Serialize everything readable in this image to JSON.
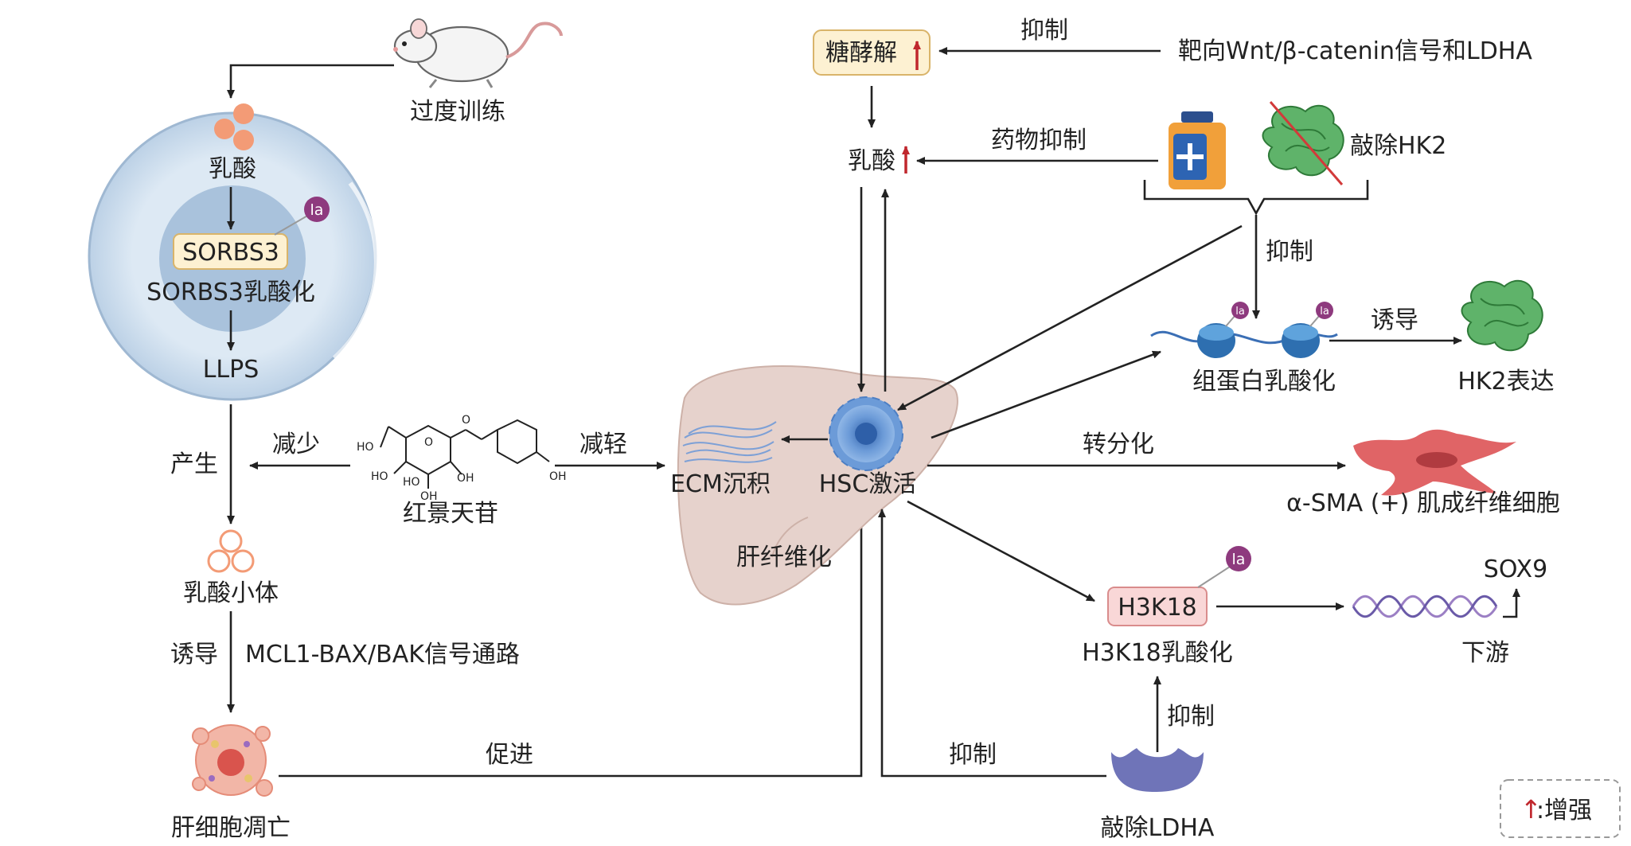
{
  "left_panel": {
    "rat_label": "过度训练",
    "lactate": "乳酸",
    "sorbs3_box": "SORBS3",
    "la_badge": "la",
    "sorbs3_lactylation": "SORBS3乳酸化",
    "llps": "LLPS",
    "produce": "产生",
    "reduce": "减少",
    "lactate_bodies": "乳酸小体",
    "induce": "诱导",
    "pathway": "MCL1-BAX/BAK信号通路",
    "apoptosis": "肝细胞凋亡",
    "promote": "促进"
  },
  "compound": {
    "name": "红景天苷",
    "alleviate": "减轻",
    "atoms": [
      "HO",
      "O",
      "O",
      "HO",
      "OH",
      "HO",
      "OH",
      "OH"
    ]
  },
  "liver": {
    "ecm": "ECM沉积",
    "hsc": "HSC激活",
    "fibrosis": "肝纤维化"
  },
  "top_center": {
    "glycolysis": "糖酵解",
    "lactate": "乳酸",
    "inhibit": "抑制",
    "target": "靶向Wnt/β-catenin信号和LDHA",
    "drug_inhibit": "药物抑制",
    "knockout_hk2": "敲除HK2",
    "inhibit2": "抑制"
  },
  "right_panel": {
    "histone_lactylation": "组蛋白乳酸化",
    "induce": "诱导",
    "hk2_expression": "HK2表达",
    "transdiff": "转分化",
    "myofibroblast": "α-SMA (+) 肌成纤维细胞",
    "h3k18_box": "H3K18",
    "h3k18_lactylation": "H3K18乳酸化",
    "sox9": "SOX9",
    "downstream": "下游",
    "inhibit": "抑制",
    "inhibit_ldha": "抑制",
    "knockout_ldha": "敲除LDHA"
  },
  "legend": {
    "arrow": "↑",
    "text": ":增强"
  },
  "colors": {
    "arrow_red": "#c0272d",
    "badge_purple": "#8e3a7e",
    "box_yellow": "#fdf1d2",
    "box_pink": "#f9d7d7",
    "cell_blue": "#d5e3f0",
    "liver": "#e4d1cb",
    "hsc_blue": "#5b8fcf",
    "protein_green": "#3d9a4a",
    "myofibroblast": "#e06466",
    "ldha_purple": "#6f74b8"
  }
}
